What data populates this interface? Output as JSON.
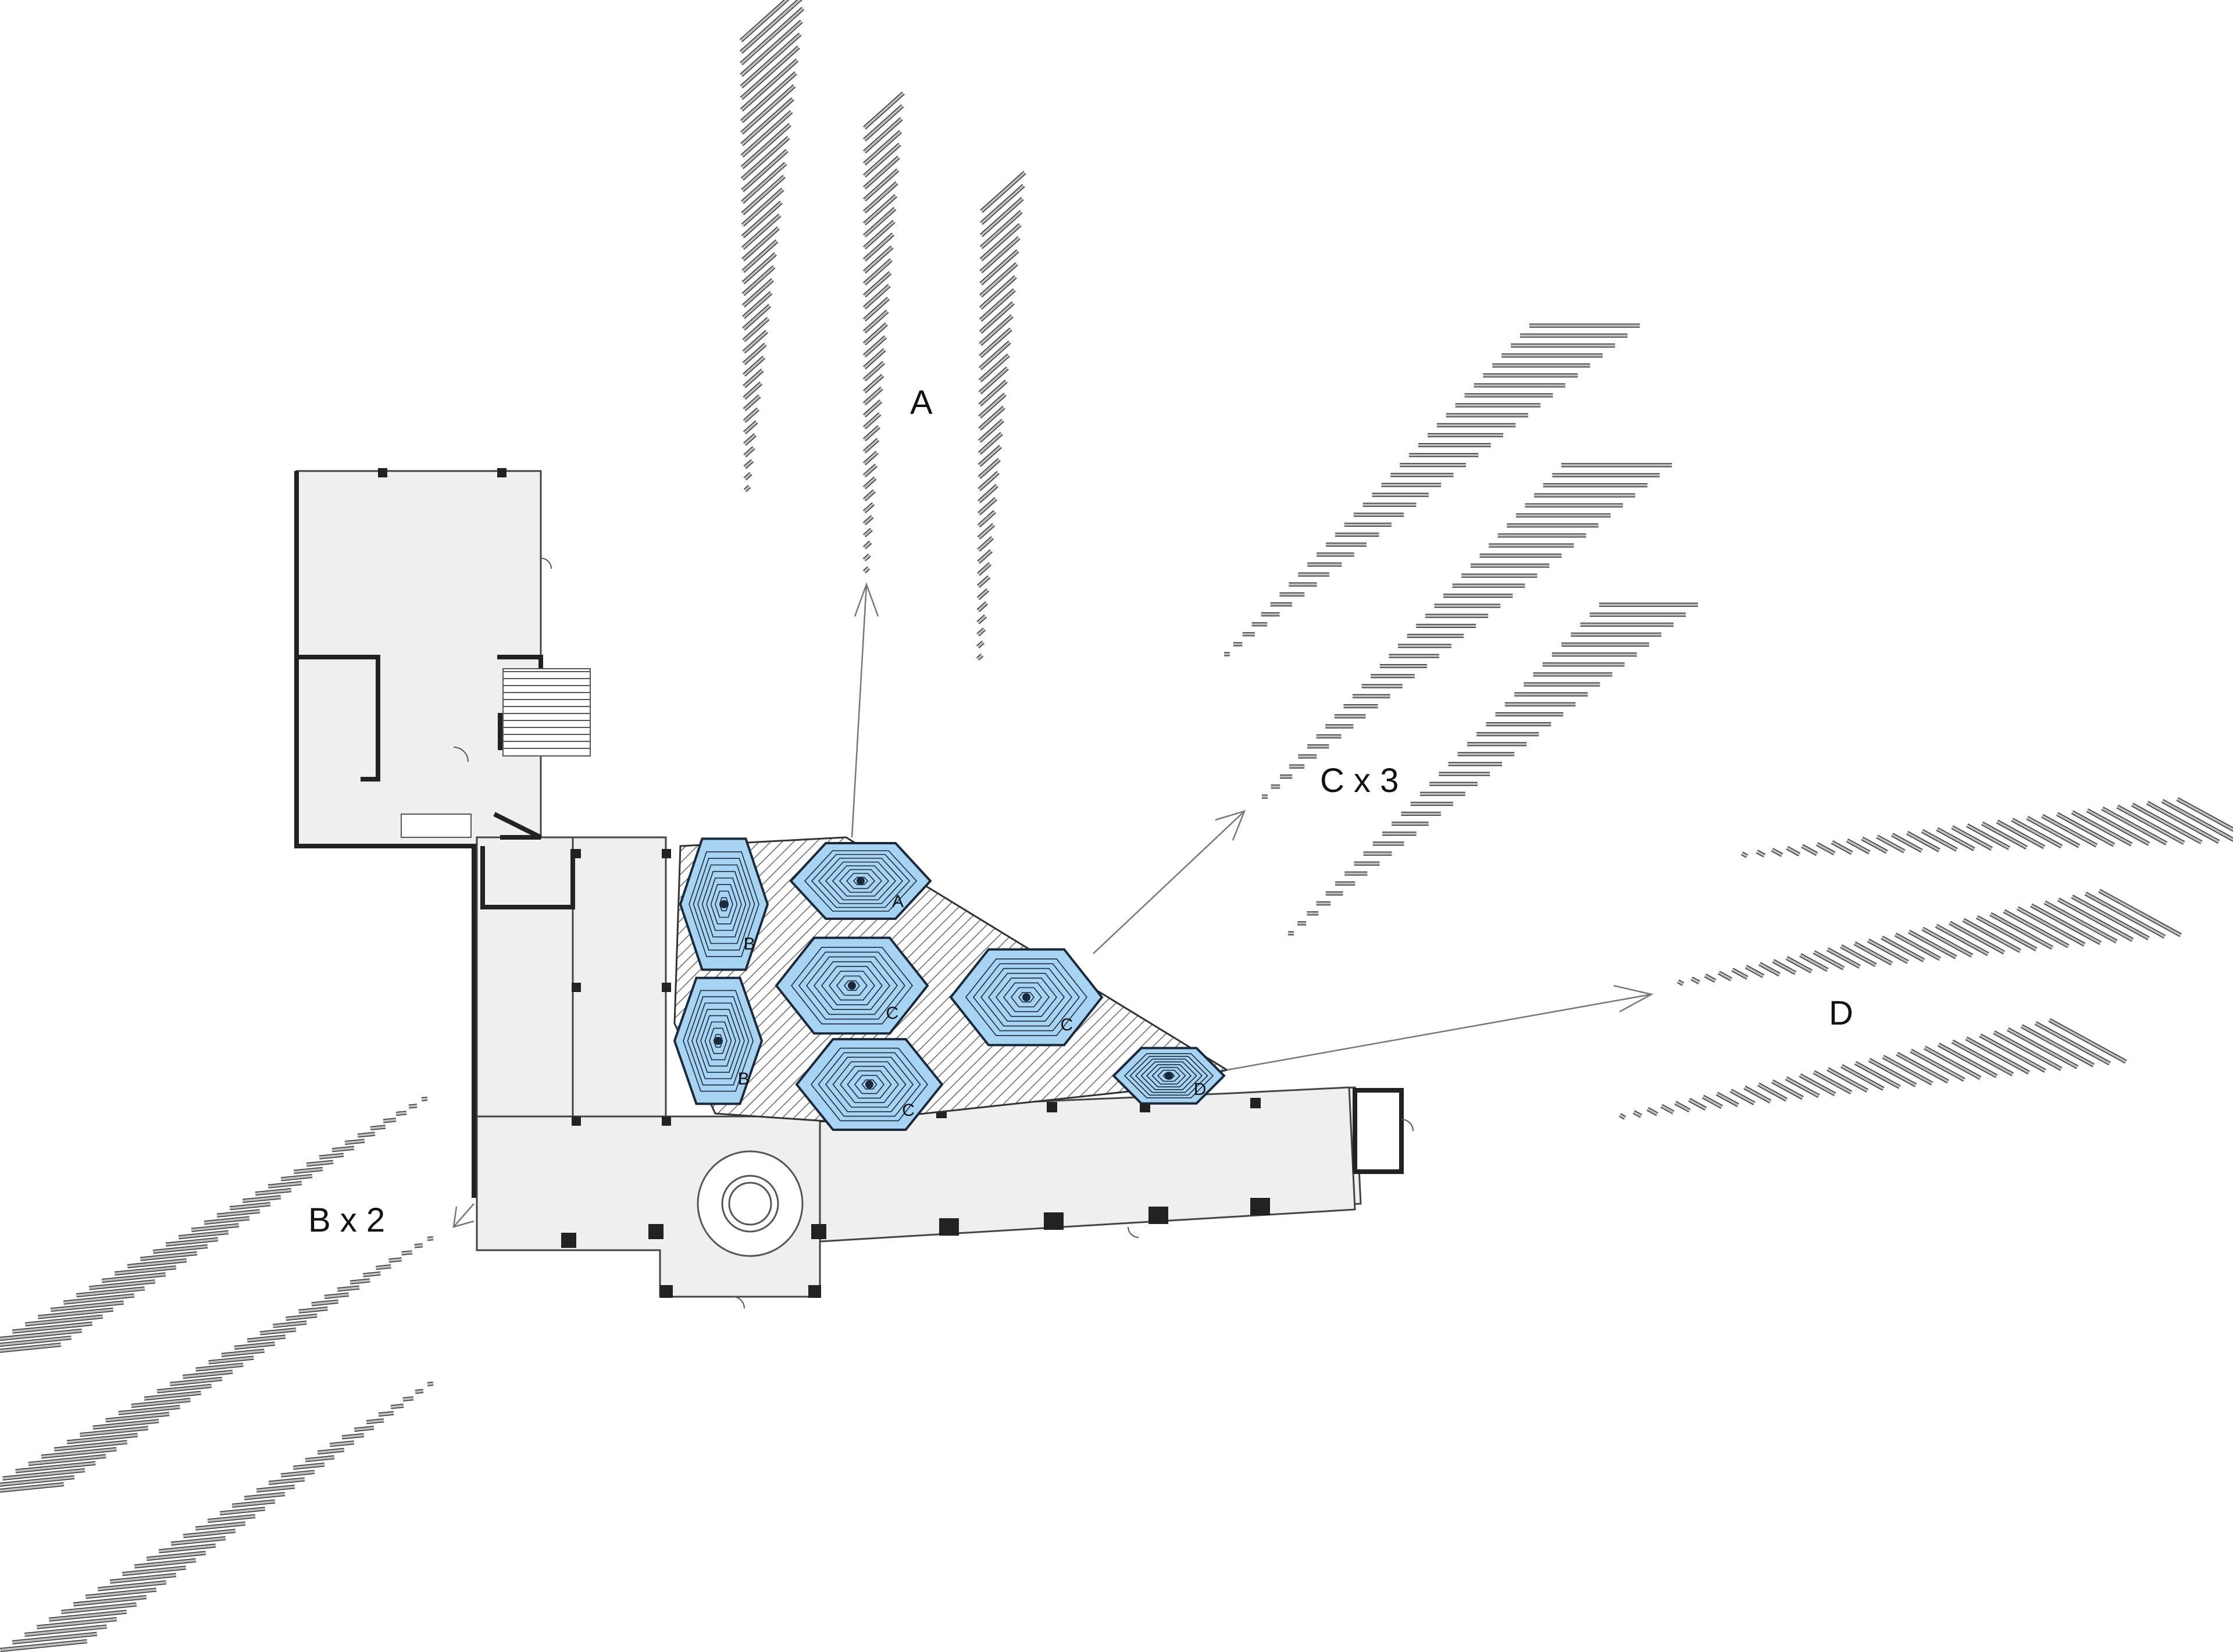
{
  "labels": {
    "a": "A",
    "c": "C x 3",
    "d": "D",
    "b": "B x 2"
  },
  "tile_labels": [
    "A",
    "B",
    "B",
    "C",
    "C",
    "C",
    "D"
  ],
  "colors": {
    "tile_fill": "#a8d4f4",
    "tile_stroke": "#1a2a3a",
    "floor_fill": "#efefef",
    "wall": "#222222",
    "louver": "#bdbdbd",
    "hatch": "#555555",
    "arrow": "#666666"
  },
  "icons": {
    "arrow": "arrow-icon",
    "door": "door-swing-icon",
    "stair": "staircase-icon"
  }
}
